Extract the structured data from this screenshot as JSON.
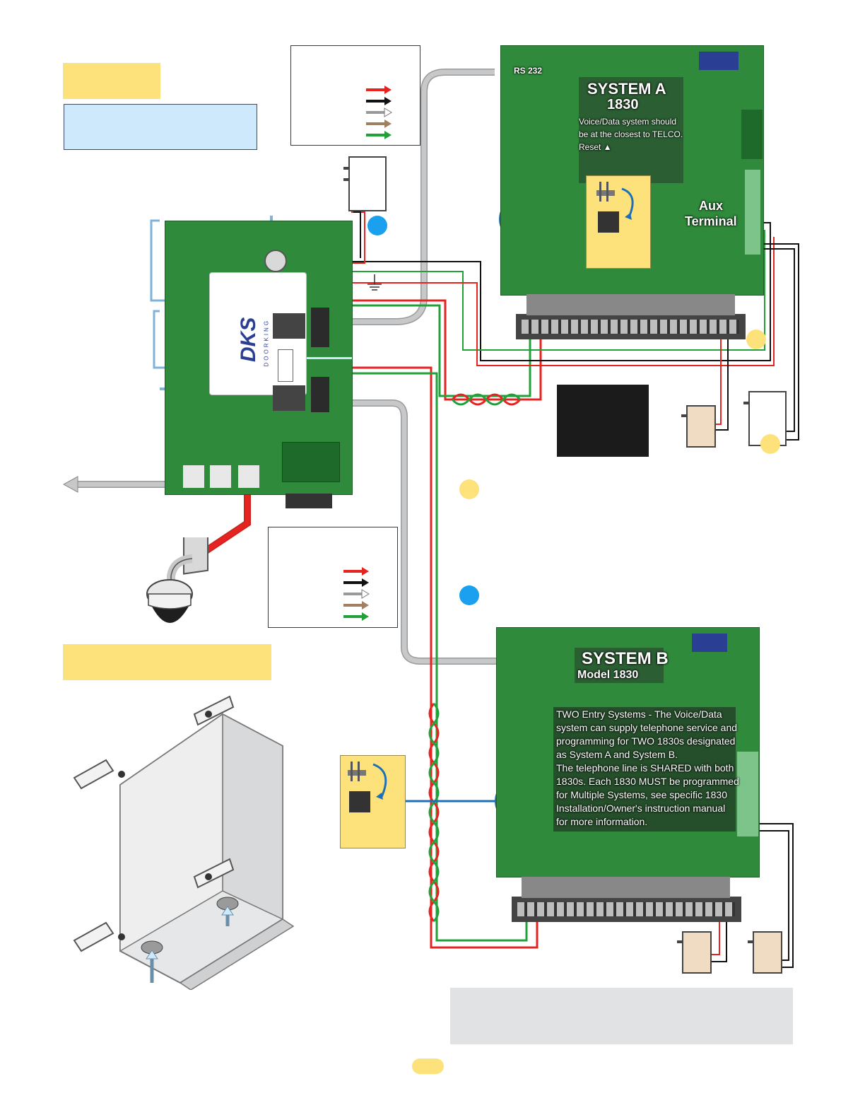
{
  "labels": {
    "rs232": "RS 232",
    "system_a_title": "SYSTEM A",
    "system_a_model": "1830",
    "system_a_note": "Voice/Data system should be at the closest to TELCO. Reset ▲",
    "aux_terminal_line1": "Aux",
    "aux_terminal_line2": "Terminal",
    "dks_logo": "DKS",
    "doorking": "DOORKING",
    "system_b_title": "SYSTEM B",
    "system_b_model": "Model 1830",
    "system_b_note_lines": [
      "TWO Entry Systems - The Voice/Data",
      "system can supply telephone service and",
      "programming for TWO 1830s designated",
      "as System A and System B.",
      "The telephone line is SHARED with both",
      "1830s. Each 1830 MUST be programmed",
      "for Multiple Systems, see specific 1830",
      "Installation/Owner's instruction manual",
      "for more information."
    ]
  },
  "colors": {
    "board_green": "#2f8a3b",
    "highlight_yellow": "#fde17a",
    "note_blue": "#cde9fb",
    "marker_blue": "#1aa0ef",
    "wire_red": "#e52421",
    "wire_green": "#22a13a",
    "wire_gray": "#c7c8ca",
    "wire_blue": "#1d6fb8",
    "footer_gray": "#e1e2e4"
  },
  "icons": [
    "transformer-icon",
    "camera-icon",
    "enclosure-icon",
    "jumper-icon",
    "ground-icon",
    "arrow-icon"
  ]
}
